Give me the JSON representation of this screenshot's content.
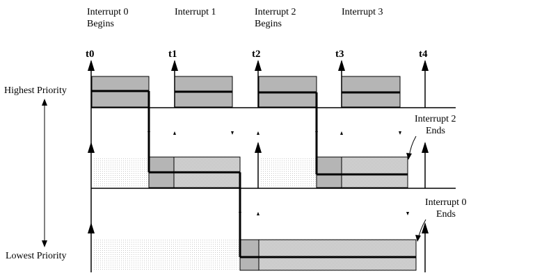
{
  "header_labels": [
    {
      "id": "int0",
      "line1": "Interrupt 0",
      "line2": "Begins"
    },
    {
      "id": "int1",
      "line1": "Interrupt 1",
      "line2": ""
    },
    {
      "id": "int2",
      "line1": "Interrupt 2",
      "line2": "Begins"
    },
    {
      "id": "int3",
      "line1": "Interrupt 3",
      "line2": ""
    }
  ],
  "time_marks": [
    "t0",
    "t1",
    "t2",
    "t3",
    "t4"
  ],
  "priority_labels": {
    "highest": "Highest Priority",
    "lowest": "Lowest Priority"
  },
  "end_labels": [
    {
      "id": "int2_end",
      "line1": "Interrupt 2",
      "line2": "Ends"
    },
    {
      "id": "int0_end",
      "line1": "Interrupt 0",
      "line2": "Ends"
    }
  ]
}
